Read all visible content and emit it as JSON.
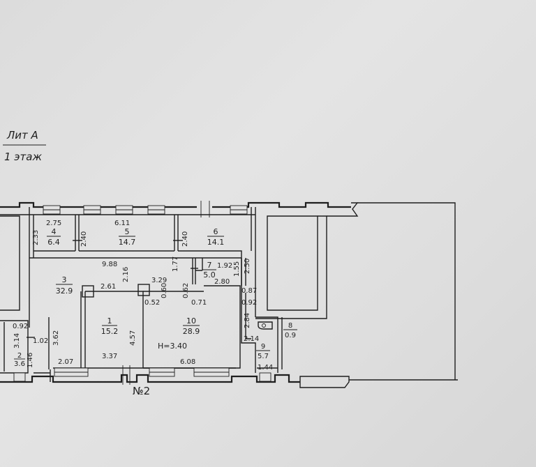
{
  "header": {
    "lit": "Лит А",
    "floor": "1 этаж"
  },
  "entrance_label": "№2",
  "rooms": [
    {
      "num": "1",
      "area": "15.2"
    },
    {
      "num": "2",
      "area": "3.6"
    },
    {
      "num": "3",
      "area": "32.9"
    },
    {
      "num": "4",
      "area": "6.4"
    },
    {
      "num": "5",
      "area": "14.7"
    },
    {
      "num": "6",
      "area": "14.1"
    },
    {
      "num": "7",
      "area": "5.0"
    },
    {
      "num": "8",
      "area": "0.9"
    },
    {
      "num": "9",
      "area": "5.7"
    },
    {
      "num": "10",
      "area": "28.9"
    }
  ],
  "dimensions": [
    "2.75",
    "2.33",
    "6.11",
    "2.40",
    "2.40",
    "9.88",
    "1.77",
    "1.92",
    "2.16",
    "1.55",
    "2.50",
    "2.61",
    "3.29",
    "2.80",
    "0.87",
    "0.62",
    "0.60",
    "0.52",
    "0.71",
    "0.92",
    "0.92",
    "3.14",
    "1.02",
    "1.46",
    "3.62",
    "4.57",
    "2.84",
    "2.14",
    "2.07",
    "3.37",
    "6.08",
    "1.44"
  ],
  "ceiling_height": "H=3.40"
}
